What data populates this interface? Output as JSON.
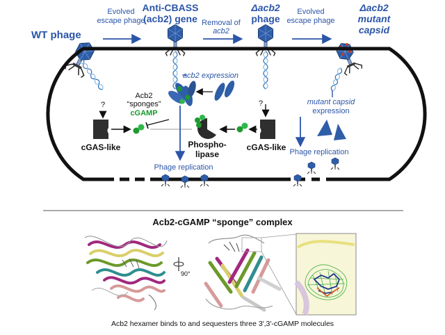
{
  "header": {
    "wt_phage": "WT phage",
    "evolved_escape_1a": "Evolved",
    "evolved_escape_1b": "escape phage",
    "anti_cbass_1": "Anti-CBASS",
    "anti_cbass_2": "(acb2) gene",
    "removal_1": "Removal of",
    "removal_2": "acb2",
    "delta_acb2_1": "Δacb2",
    "delta_acb2_2": "phage",
    "evolved_escape_2a": "Evolved",
    "evolved_escape_2b": "escape phage",
    "delta_mutant_1": "Δacb2",
    "delta_mutant_2": "mutant",
    "delta_mutant_3": "capsid"
  },
  "cell": {
    "acb2_expression": "acb2 expression",
    "acb2_sponges_1": "Acb2",
    "acb2_sponges_2": "“sponges”",
    "acb2_sponges_3": "cGAMP",
    "question_1": "?",
    "question_2": "?",
    "cgas_like_left": "cGAS-like",
    "cgas_like_right": "cGAS-like",
    "phospholipase_1": "Phospho-",
    "phospholipase_2": "lipase",
    "phage_replication_left": "Phage replication",
    "mutant_capsid_1": "mutant capsid",
    "mutant_capsid_2": "expression",
    "phage_replication_right": "Phage replication"
  },
  "structure": {
    "title": "Acb2-cGAMP “sponge” complex",
    "rotation_label": "90°",
    "caption": "Acb2 hexamer binds to and sequesters three 3′,3′-cGAMP molecules"
  },
  "colors": {
    "accent_blue": "#2b55a8",
    "phage_head": "#2f5ea8",
    "cgamp_green": "#1f9a2e",
    "mutant_red": "#c83a2a",
    "helix_magenta": "#a1287f",
    "helix_green": "#6c9a2a",
    "helix_pink": "#d79a9a",
    "helix_teal": "#2f8e8e",
    "helix_yellow": "#d9cf6a"
  }
}
